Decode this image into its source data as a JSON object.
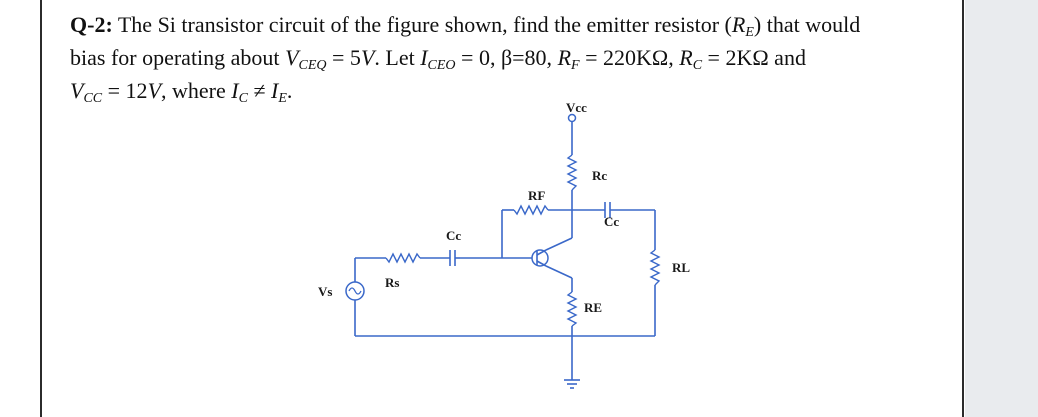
{
  "question": {
    "label": "Q-2:",
    "line1_a": " The Si transistor circuit of the figure shown, find the emitter resistor (",
    "re_sym": "R",
    "re_sub": "E",
    "line1_b": ") that would",
    "line2_a": "bias for operating about ",
    "vceq_sym": "V",
    "vceq_sub": "CEQ",
    "line2_b": " = 5",
    "unit_v1": "V",
    "line2_c": ". Let ",
    "iceo_sym": "I",
    "iceo_sub": "CEO",
    "line2_d": " = 0, β=80, ",
    "rf_sym": "R",
    "rf_sub": "F",
    "line2_e": " = 220KΩ, ",
    "rc_sym": "R",
    "rc_sub": "C",
    "line2_f": " = 2KΩ and",
    "vcc_sym": "V",
    "vcc_sub": "CC",
    "line3_a": " = 12",
    "unit_v2": "V",
    "line3_b": ", where ",
    "ic_sym": "I",
    "ic_sub": "C",
    "line3_c": " ≠ ",
    "ie_sym": "I",
    "ie_sub": "E",
    "line3_d": "."
  },
  "circuit": {
    "vcc": "Vcc",
    "rc": "Rc",
    "rf": "RF",
    "cc_out": "Cc",
    "cc_in": "Cc",
    "rl": "RL",
    "rs": "Rs",
    "vs": "Vs",
    "re": "RE"
  },
  "colors": {
    "wire": "#3a68c9",
    "text": "#111111",
    "side_panel": "#e9ebee"
  }
}
